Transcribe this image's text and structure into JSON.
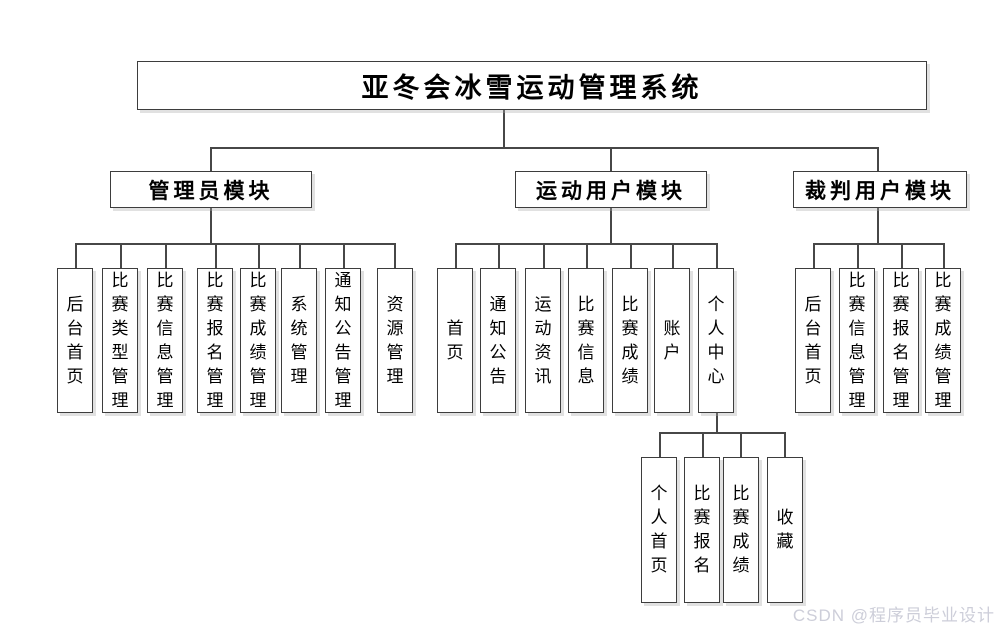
{
  "diagram": {
    "title": "亚冬会冰雪运动管理系统",
    "modules": [
      {
        "label": "管理员模块",
        "children": [
          "后台首页",
          "比赛类型管理",
          "比赛信息管理",
          "比赛报名管理",
          "比赛成绩管理",
          "系统管理",
          "通知公告管理",
          "资源管理"
        ]
      },
      {
        "label": "运动用户模块",
        "children": [
          "首页",
          "通知公告",
          "运动资讯",
          "比赛信息",
          "比赛成绩",
          "账户",
          "个人中心"
        ]
      },
      {
        "label": "裁判用户模块",
        "children": [
          "后台首页",
          "比赛信息管理",
          "比赛报名管理",
          "比赛成绩管理"
        ]
      }
    ],
    "personal_center_children": [
      "个人首页",
      "比赛报名",
      "比赛成绩",
      "收藏"
    ],
    "line_color": "#474747",
    "border_color": "#3d3d3d"
  },
  "watermark": {
    "text": "CSDN @程序员毕业设计"
  }
}
